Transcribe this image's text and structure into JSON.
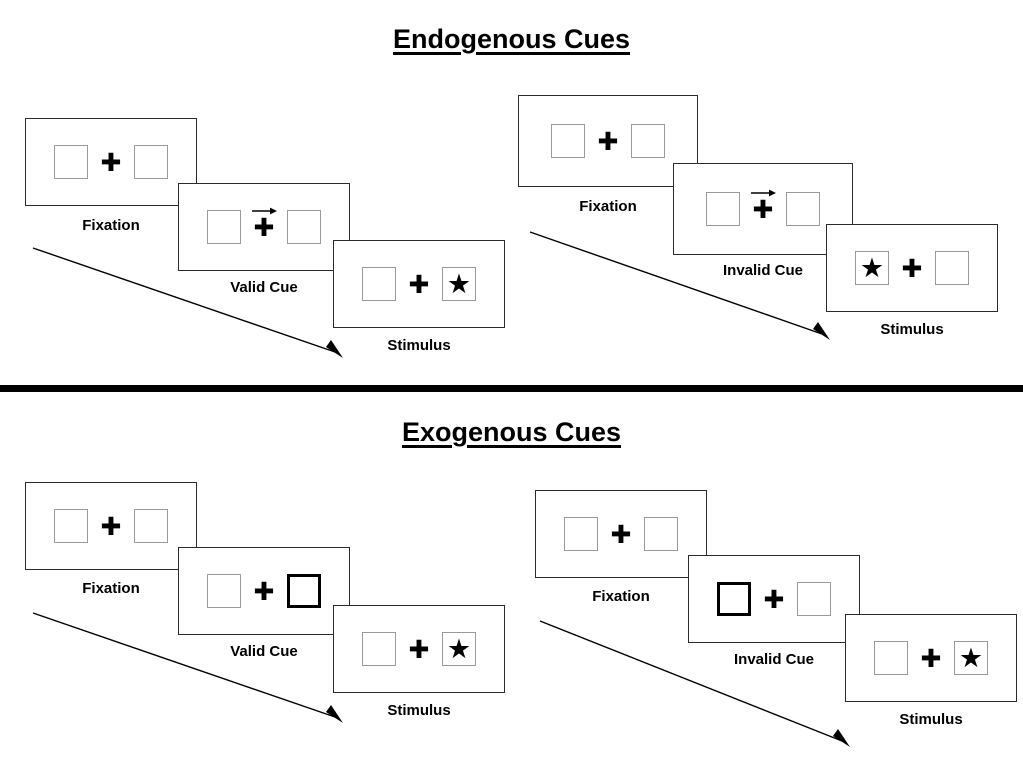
{
  "page": {
    "background": "#ffffff",
    "divider_color": "#000000"
  },
  "colors": {
    "panel_border": "#2b2b2b",
    "box_border": "#9a9a9a",
    "cued_box_border": "#000000",
    "fixation_cross": "#000000",
    "target_star": "#000000",
    "text": "#000000"
  },
  "glyphs": {
    "plus": "✚",
    "star": "★"
  },
  "sections": [
    {
      "id": "endogenous",
      "title": "Endogenous Cues",
      "cue_type": "central-arrow",
      "sequences": [
        {
          "id": "endogenous-valid",
          "condition": "valid",
          "panels": [
            {
              "label": "Fixation",
              "cue": "none",
              "cue_side": "none",
              "target_side": "none"
            },
            {
              "label": "Valid Cue",
              "cue": "arrow-right",
              "cue_side": "right",
              "target_side": "none"
            },
            {
              "label": "Stimulus",
              "cue": "none",
              "cue_side": "none",
              "target_side": "right"
            }
          ]
        },
        {
          "id": "endogenous-invalid",
          "condition": "invalid",
          "panels": [
            {
              "label": "Fixation",
              "cue": "none",
              "cue_side": "none",
              "target_side": "none"
            },
            {
              "label": "Invalid Cue",
              "cue": "arrow-right",
              "cue_side": "right",
              "target_side": "none"
            },
            {
              "label": "Stimulus",
              "cue": "none",
              "cue_side": "none",
              "target_side": "left"
            }
          ]
        }
      ]
    },
    {
      "id": "exogenous",
      "title": "Exogenous Cues",
      "cue_type": "peripheral-box-flash",
      "sequences": [
        {
          "id": "exogenous-valid",
          "condition": "valid",
          "panels": [
            {
              "label": "Fixation",
              "cue": "none",
              "cue_side": "none",
              "target_side": "none"
            },
            {
              "label": "Valid Cue",
              "cue": "box-highlight",
              "cue_side": "right",
              "target_side": "none"
            },
            {
              "label": "Stimulus",
              "cue": "none",
              "cue_side": "none",
              "target_side": "right"
            }
          ]
        },
        {
          "id": "exogenous-invalid",
          "condition": "invalid",
          "panels": [
            {
              "label": "Fixation",
              "cue": "none",
              "cue_side": "none",
              "target_side": "none"
            },
            {
              "label": "Invalid Cue",
              "cue": "box-highlight",
              "cue_side": "left",
              "target_side": "none"
            },
            {
              "label": "Stimulus",
              "cue": "none",
              "cue_side": "none",
              "target_side": "right"
            }
          ]
        }
      ]
    }
  ]
}
